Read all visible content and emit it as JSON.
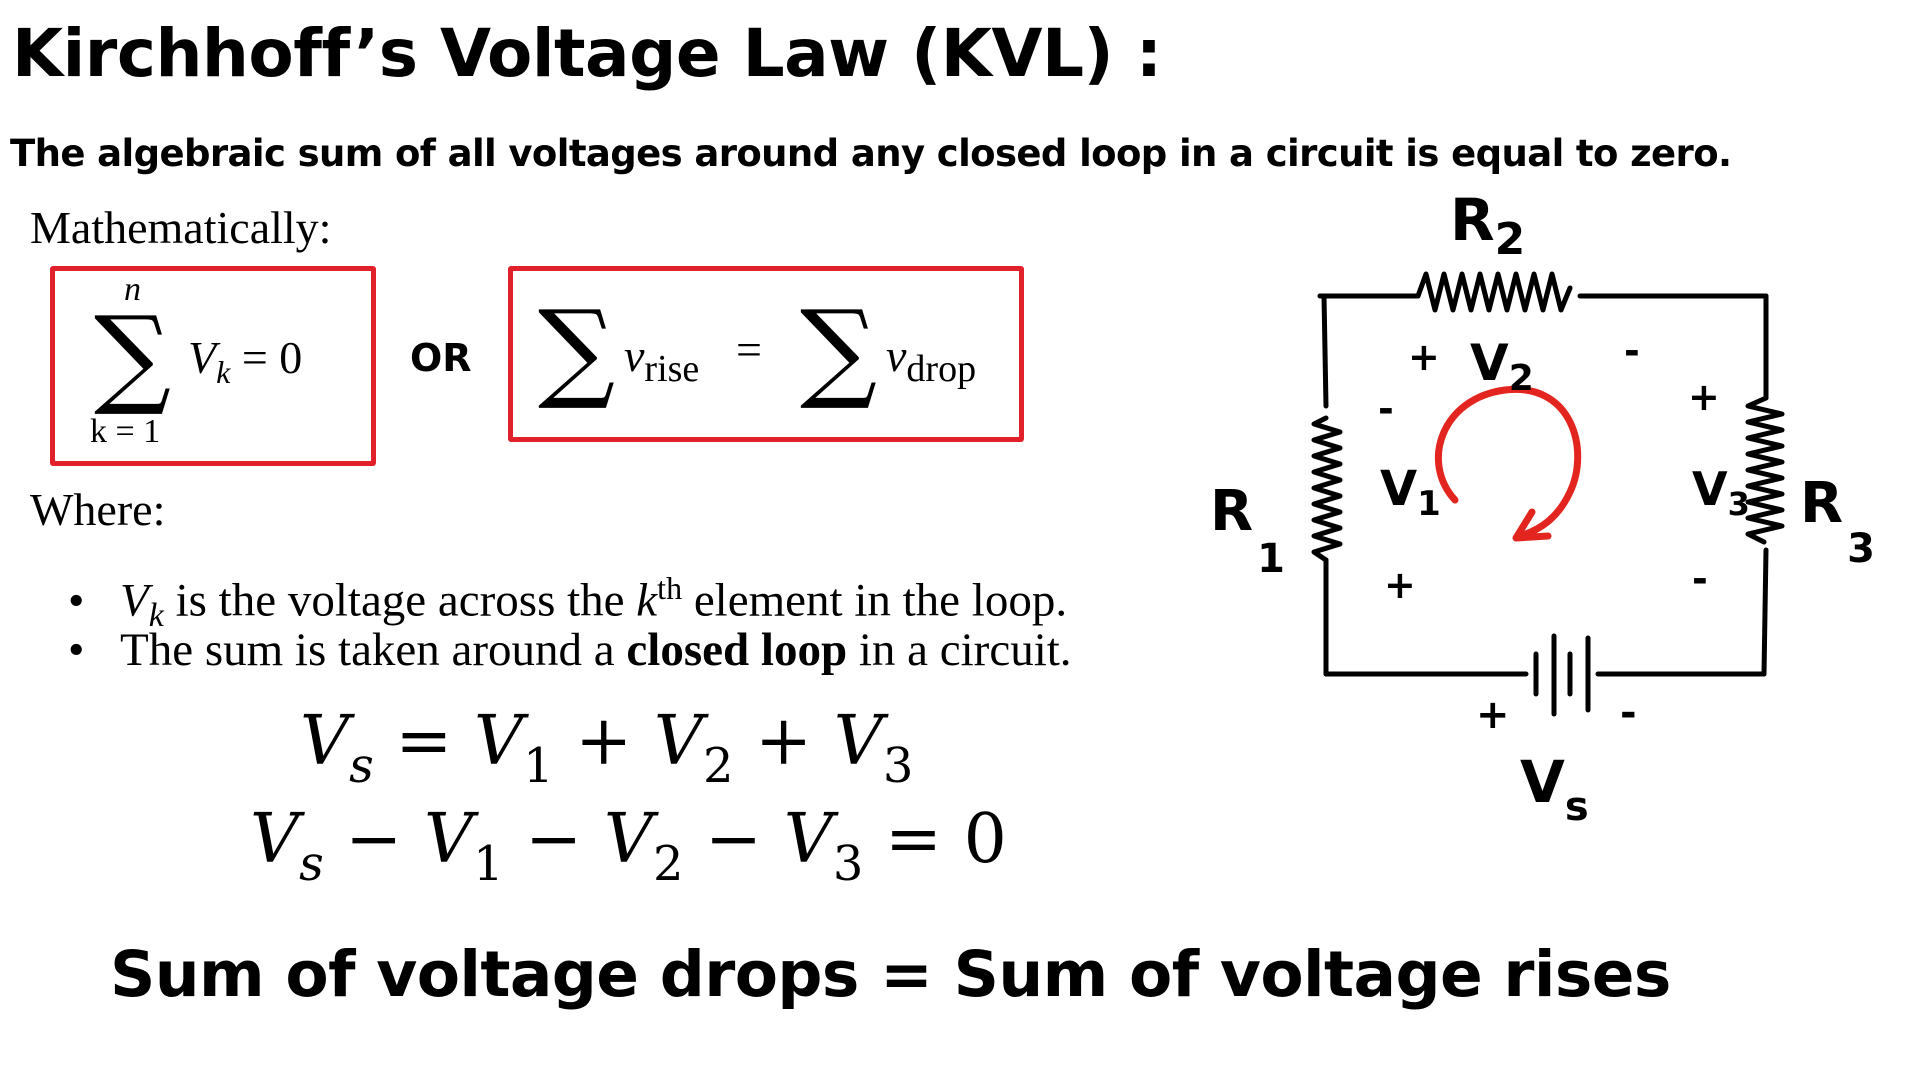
{
  "title": "Kirchhoff’s Voltage Law (KVL) :",
  "definition": "The algebraic sum of all voltages around any closed loop in a circuit is equal to zero.",
  "mathematically_label": "Mathematically:",
  "formula1": {
    "upper": "n",
    "sigma": "∑",
    "term_v": "V",
    "term_sub": "k",
    "rest": " = 0",
    "lower": "k = 1"
  },
  "or_label": "OR",
  "formula2": {
    "sigma": "∑",
    "v1": "v",
    "sub1": "rise",
    "equals": "=",
    "v2": "v",
    "sub2": "drop"
  },
  "where_label": "Where:",
  "bullets": {
    "b1": {
      "dot": "•",
      "v": "V",
      "sub": "k",
      "text_a": " is the voltage across the ",
      "k": "k",
      "sup": "th",
      "text_b": " element in the loop."
    },
    "b2": {
      "dot": "•",
      "text_a": "The sum is taken around a ",
      "bold": "closed loop",
      "text_b": " in a circuit."
    }
  },
  "equation1": {
    "a": "V",
    "as": "s",
    "op1": " = ",
    "b": "V",
    "bs": "1",
    "op2": " + ",
    "c": "V",
    "cs": "2",
    "op3": " + ",
    "d": "V",
    "ds": "3"
  },
  "equation2": {
    "a": "V",
    "as": "s",
    "op1": " − ",
    "b": "V",
    "bs": "1",
    "op2": " − ",
    "c": "V",
    "cs": "2",
    "op3": " − ",
    "d": "V",
    "ds": "3",
    "rest": " = 0"
  },
  "summary": "Sum of voltage drops = Sum of voltage rises",
  "circuit": {
    "r1": "R",
    "r1_sub": "1",
    "r2": "R",
    "r2_sub": "2",
    "r3": "R",
    "r3_sub": "3",
    "v1": "V",
    "v1_sub": "1",
    "v2": "V",
    "v2_sub": "2",
    "v3": "V",
    "v3_sub": "3",
    "vs": "V",
    "vs_sub": "s",
    "plus": "+",
    "minus": "-",
    "loop_color": "#e3251f",
    "box_color": "#e0202a"
  }
}
